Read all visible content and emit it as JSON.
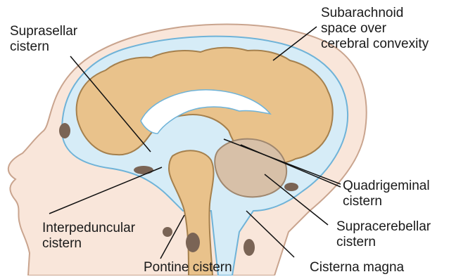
{
  "labels": {
    "suprasellar": [
      "Suprasellar",
      "cistern"
    ],
    "subarachnoid": [
      "Subarachnoid",
      "space over",
      "cerebral convexity"
    ],
    "quadrigeminal": [
      "Quadrigeminal",
      "cistern"
    ],
    "interpeduncular": [
      "Interpeduncular",
      "cistern"
    ],
    "supracerebellar": [
      "Supracerebellar",
      "cistern"
    ],
    "pontine": [
      "Pontine cistern"
    ],
    "magna": [
      "Cisterna magna"
    ]
  },
  "colors": {
    "skin": "#f9e6da",
    "skin_outline": "#c9a48e",
    "csf": "#d6ecf7",
    "csf_outline": "#6fb3d8",
    "brain": "#e9c28b",
    "brain_outline": "#a5804d",
    "cerebellum": "#d7c0a8",
    "bone_dark": "#7a6455",
    "leader": "#111111"
  }
}
